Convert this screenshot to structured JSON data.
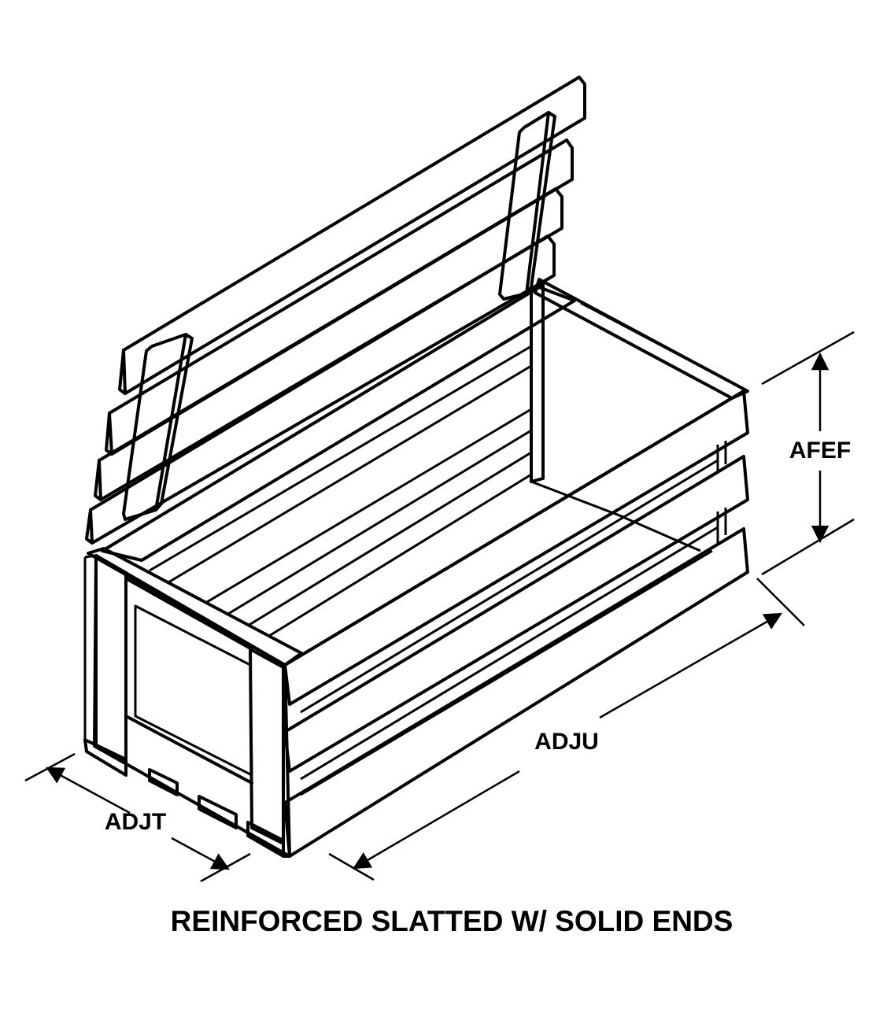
{
  "caption": "REINFORCED SLATTED W/ SOLID ENDS",
  "dimensions": {
    "height": "AFEF",
    "length": "ADJU",
    "width": "ADJT"
  }
}
